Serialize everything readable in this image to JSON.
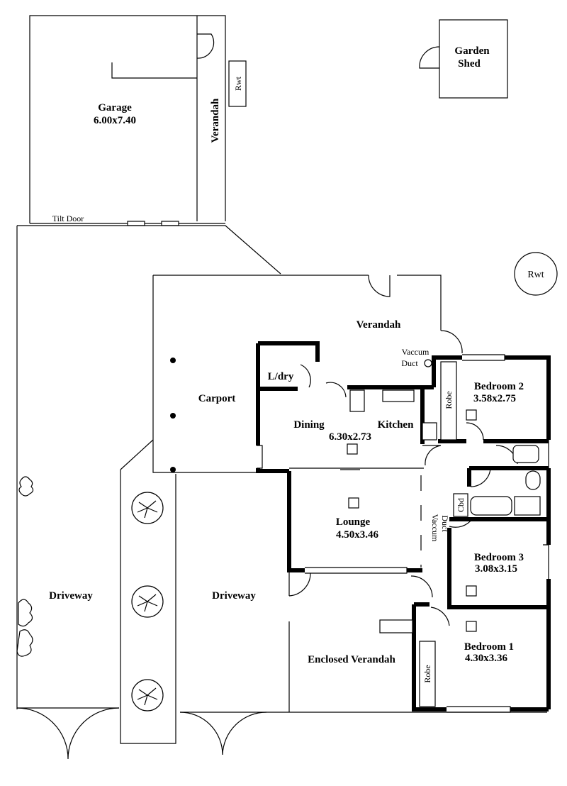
{
  "rooms": {
    "garage": {
      "name": "Garage",
      "size": "6.00x7.40"
    },
    "garden_shed": {
      "line1": "Garden",
      "line2": "Shed"
    },
    "verandah_top": "Verandah",
    "verandah_main": "Verandah",
    "carport": "Carport",
    "ldry": "L/dry",
    "dining": "Dining",
    "dining_size": "6.30x2.73",
    "kitchen": "Kitchen",
    "bedroom2": {
      "name": "Bedroom 2",
      "size": "3.58x2.75"
    },
    "lounge": {
      "name": "Lounge",
      "size": "4.50x3.46"
    },
    "bedroom3": {
      "name": "Bedroom 3",
      "size": "3.08x3.15"
    },
    "bedroom1": {
      "name": "Bedroom 1",
      "size": "4.30x3.36"
    },
    "enclosed_verandah": "Enclosed Verandah",
    "driveway_left": "Driveway",
    "driveway_right": "Driveway"
  },
  "labels": {
    "rwt_garage": "Rwt",
    "rwt_tank": "Rwt",
    "tilt_door": "Tilt Door",
    "vaccum_duct_top_1": "Vaccum",
    "vaccum_duct_top_2": "Duct",
    "vaccum_duct_hall_1": "Vaccum",
    "vaccum_duct_hall_2": "Duct",
    "robe_bed2": "Robe",
    "robe_bed1": "Robe",
    "cbd": "Cbd"
  }
}
